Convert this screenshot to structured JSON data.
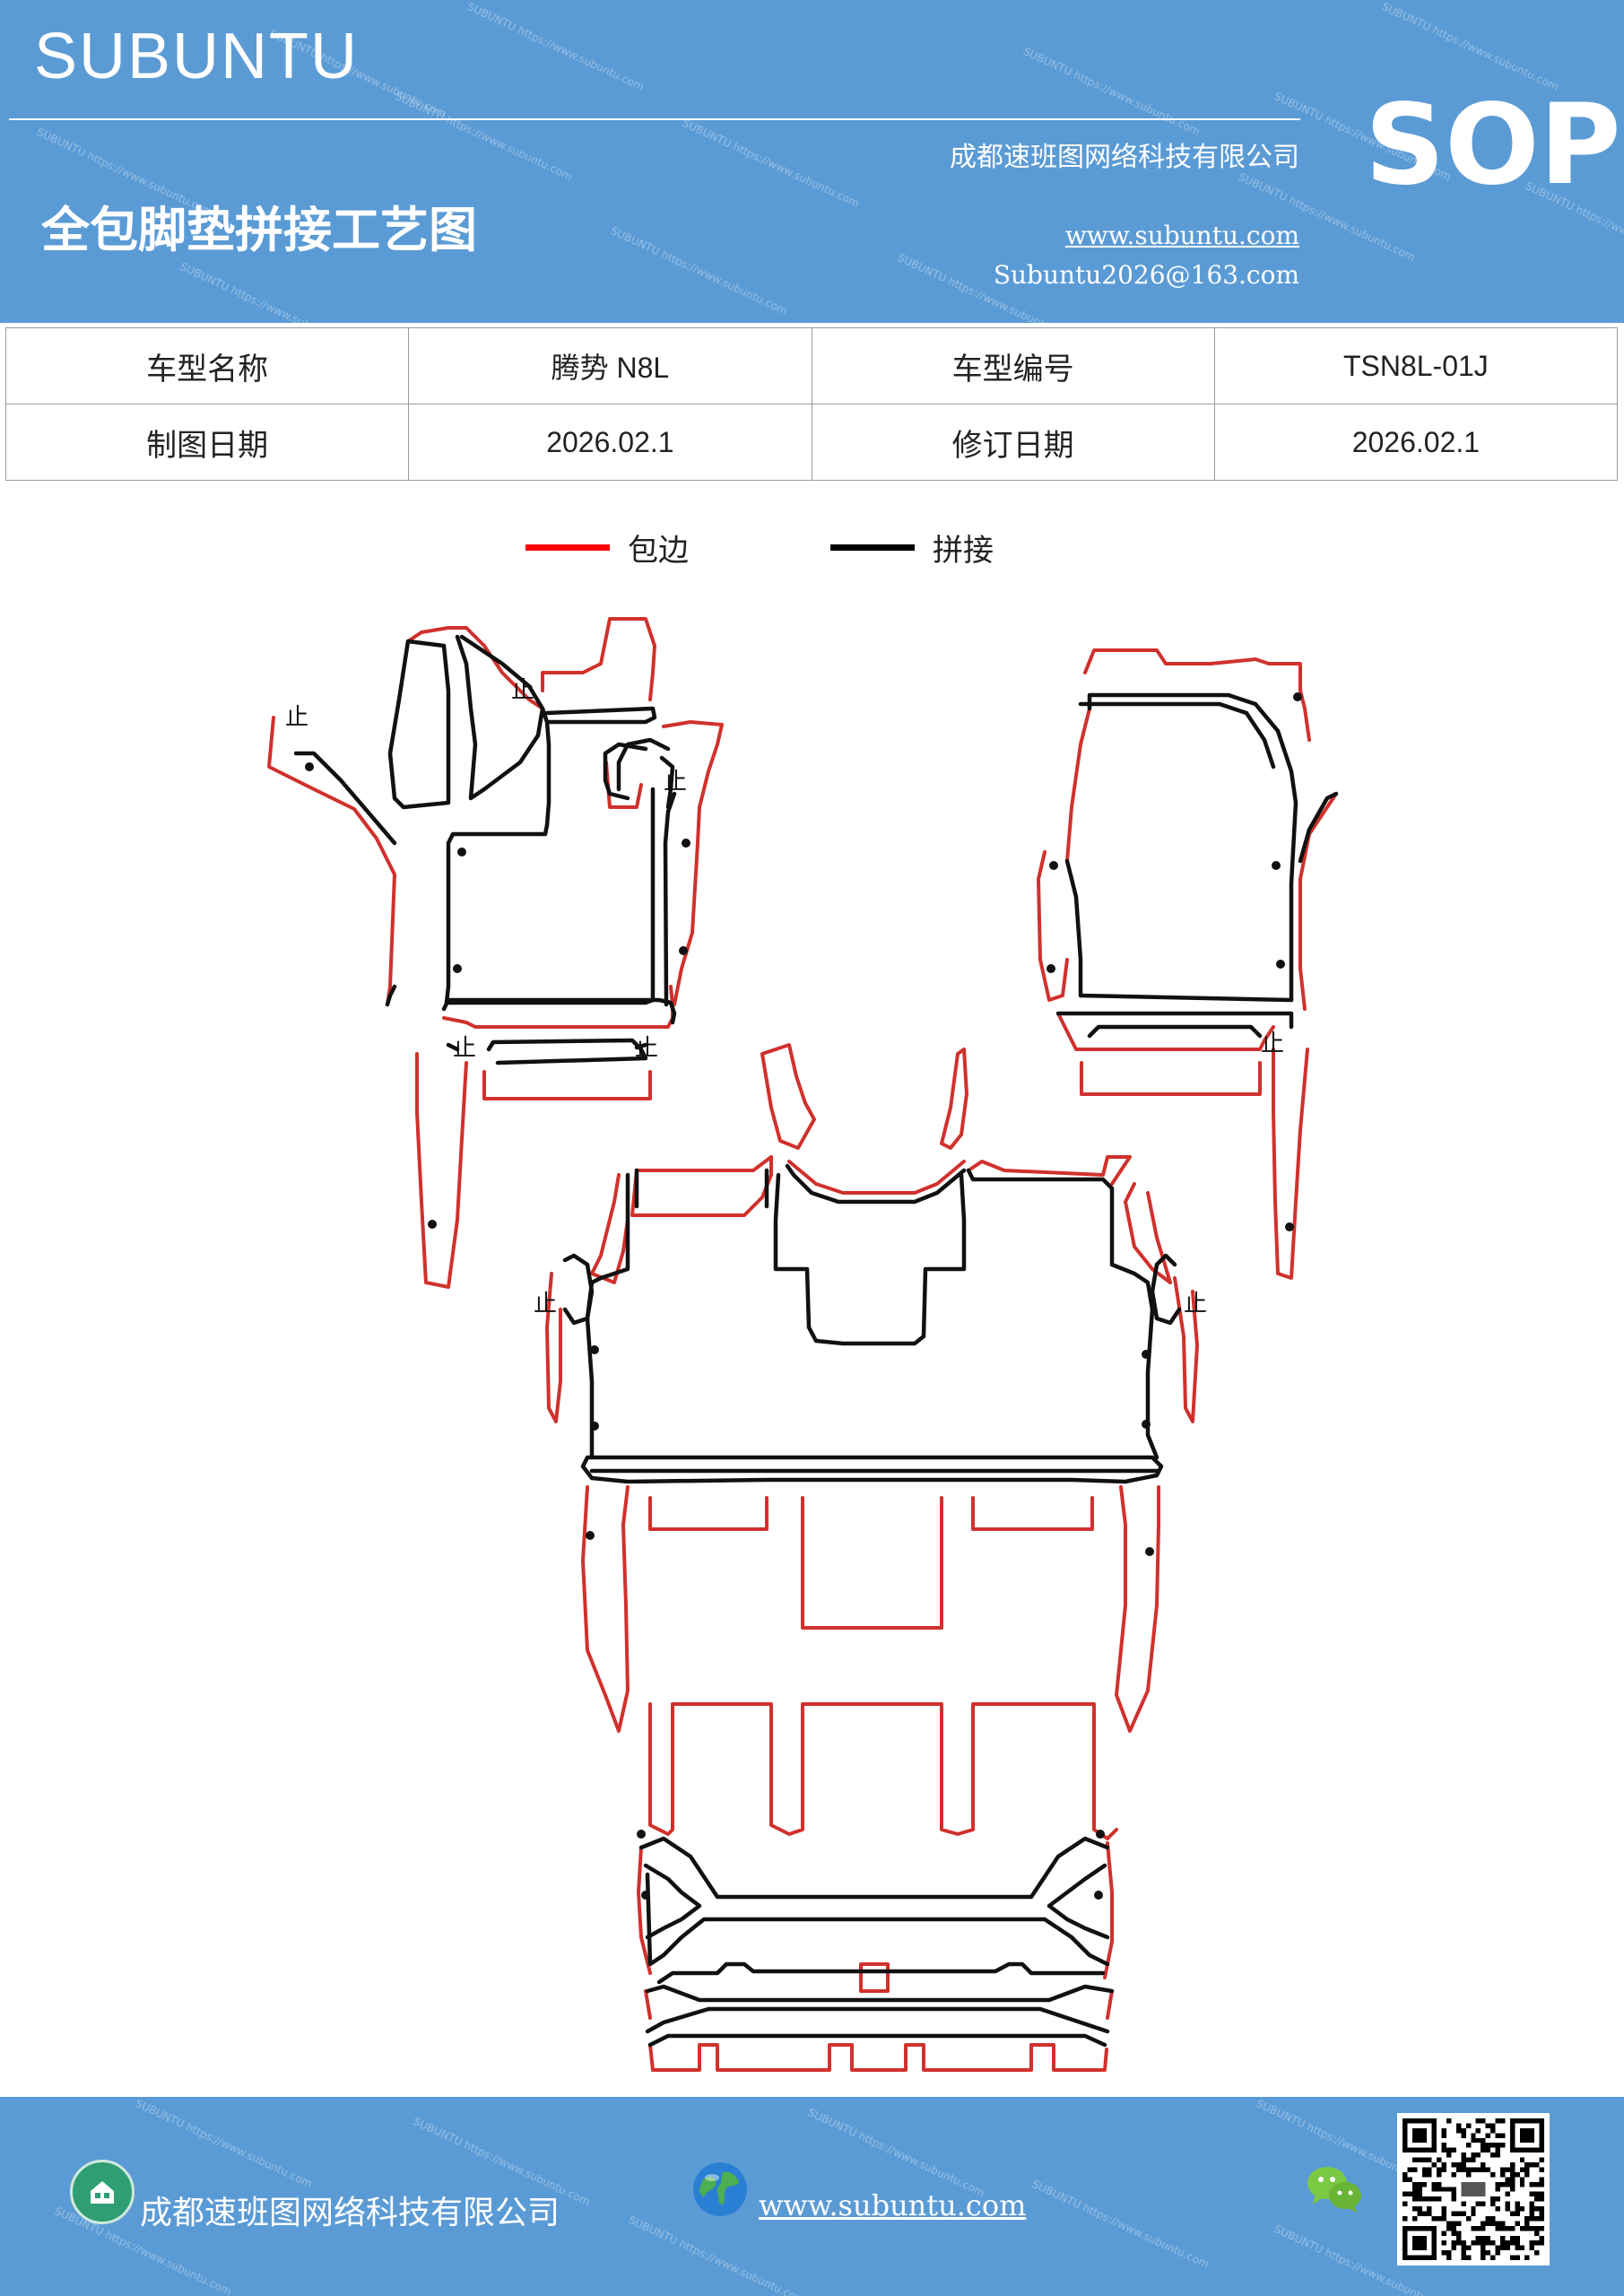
{
  "header": {
    "brand": "SUBUNTU",
    "company": "成都速班图网络科技有限公司",
    "title": "全包脚垫拼接工艺图",
    "website": "www.subuntu.com",
    "email": "Subuntu2026@163.com",
    "badge": "SOP",
    "watermark_text": "SUBUNTU https://www.subuntu.com"
  },
  "info_table": {
    "rows": [
      [
        {
          "label": "车型名称",
          "value": "腾势 N8L"
        },
        {
          "label": "车型编号",
          "value": "TSN8L-01J"
        }
      ],
      [
        {
          "label": "制图日期",
          "value": "2026.02.1"
        },
        {
          "label": "修订日期",
          "value": "2026.02.1"
        }
      ]
    ]
  },
  "legend": [
    {
      "label": "包边",
      "color": "#ff0000"
    },
    {
      "label": "拼接",
      "color": "#000000"
    }
  ],
  "diagram": {
    "edge_color": "#d0312d",
    "seam_color": "#111111",
    "marker_text": "止"
  },
  "footer": {
    "company": "成都速班图网络科技有限公司",
    "website": "www.subuntu.com",
    "icons": [
      "building-icon",
      "globe-icon",
      "wechat-icon",
      "qr-code"
    ]
  },
  "colors": {
    "header_bg": "#5b9bd5",
    "footer_bg": "#5b9bd5",
    "text_white": "#ffffff"
  }
}
